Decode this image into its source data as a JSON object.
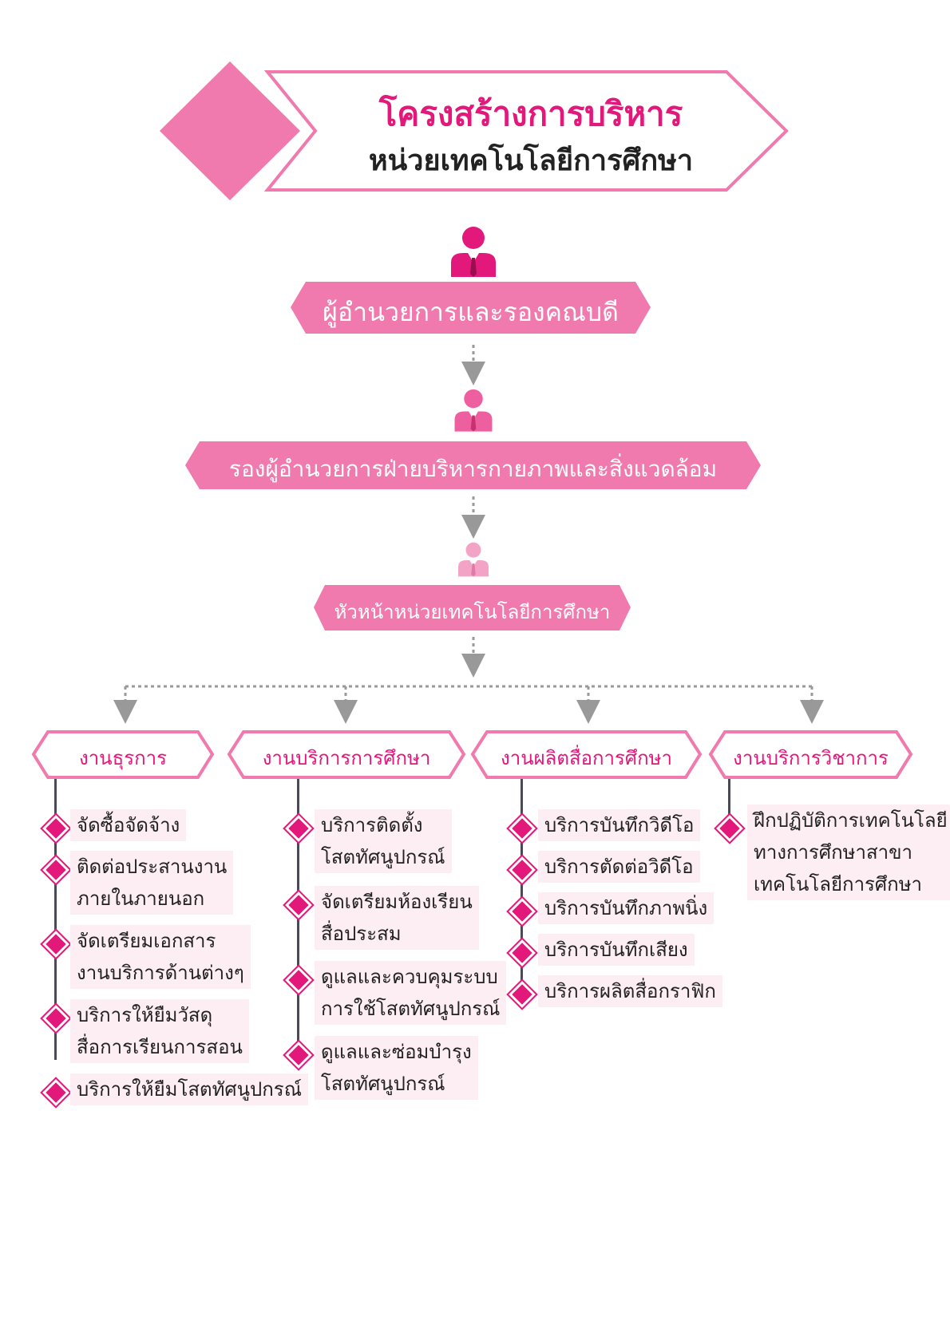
{
  "title": {
    "line1": "โครงสร้างการบริหาร",
    "line2": "หน่วยเทคโนโลยีการศึกษา"
  },
  "levels": [
    {
      "label": "ผู้อำนวยการและรองคณบดี",
      "icon": "person-icon",
      "icon_color": "#e2187a"
    },
    {
      "label": "รองผู้อำนวยการฝ่ายบริหารกายภาพและสิ่งแวดล้อม",
      "icon": "person-icon",
      "icon_color": "#ee5fa0"
    },
    {
      "label": "หัวหน้าหน่วยเทคโนโลยีการศึกษา",
      "icon": "person-icon",
      "icon_color": "#f3a3c6"
    }
  ],
  "departments": [
    {
      "label": "งานธุรการ",
      "items": [
        [
          "จัดซื้อจัดจ้าง"
        ],
        [
          "ติดต่อประสานงาน",
          "ภายในภายนอก"
        ],
        [
          "จัดเตรียมเอกสาร",
          "งานบริการด้านต่างๆ"
        ],
        [
          "บริการให้ยืมวัสดุ",
          "สื่อการเรียนการสอน"
        ],
        [
          "บริการให้ยืมโสตทัศนูปกรณ์"
        ]
      ]
    },
    {
      "label": "งานบริการการศึกษา",
      "items": [
        [
          "บริการติดตั้ง",
          "โสตทัศนูปกรณ์"
        ],
        [
          "จัดเตรียมห้องเรียน",
          "สื่อประสม"
        ],
        [
          "ดูแลและควบคุมระบบ",
          "การใช้โสตทัศนูปกรณ์"
        ],
        [
          "ดูแลและซ่อมบำรุง",
          "โสตทัศนูปกรณ์"
        ]
      ]
    },
    {
      "label": "งานผลิตสื่อการศึกษา",
      "items": [
        [
          "บริการบันทึกวิดีโอ"
        ],
        [
          "บริการตัดต่อวิดีโอ"
        ],
        [
          "บริการบันทึกภาพนิ่ง"
        ],
        [
          "บริการบันทึกเสียง"
        ],
        [
          "บริการผลิตสื่อกราฟิก"
        ]
      ]
    },
    {
      "label": "งานบริการวิชาการ",
      "items": [
        [
          "ฝึกปฏิบัติการเทคโนโลยี",
          "ทางการศึกษาสาขา",
          "เทคโนโลยีการศึกษา"
        ]
      ]
    }
  ],
  "colors": {
    "primary": "#e2187a",
    "banner": "#f079ad",
    "item_bg": "#fdeef3",
    "connector": "#999999",
    "text": "#222222"
  }
}
